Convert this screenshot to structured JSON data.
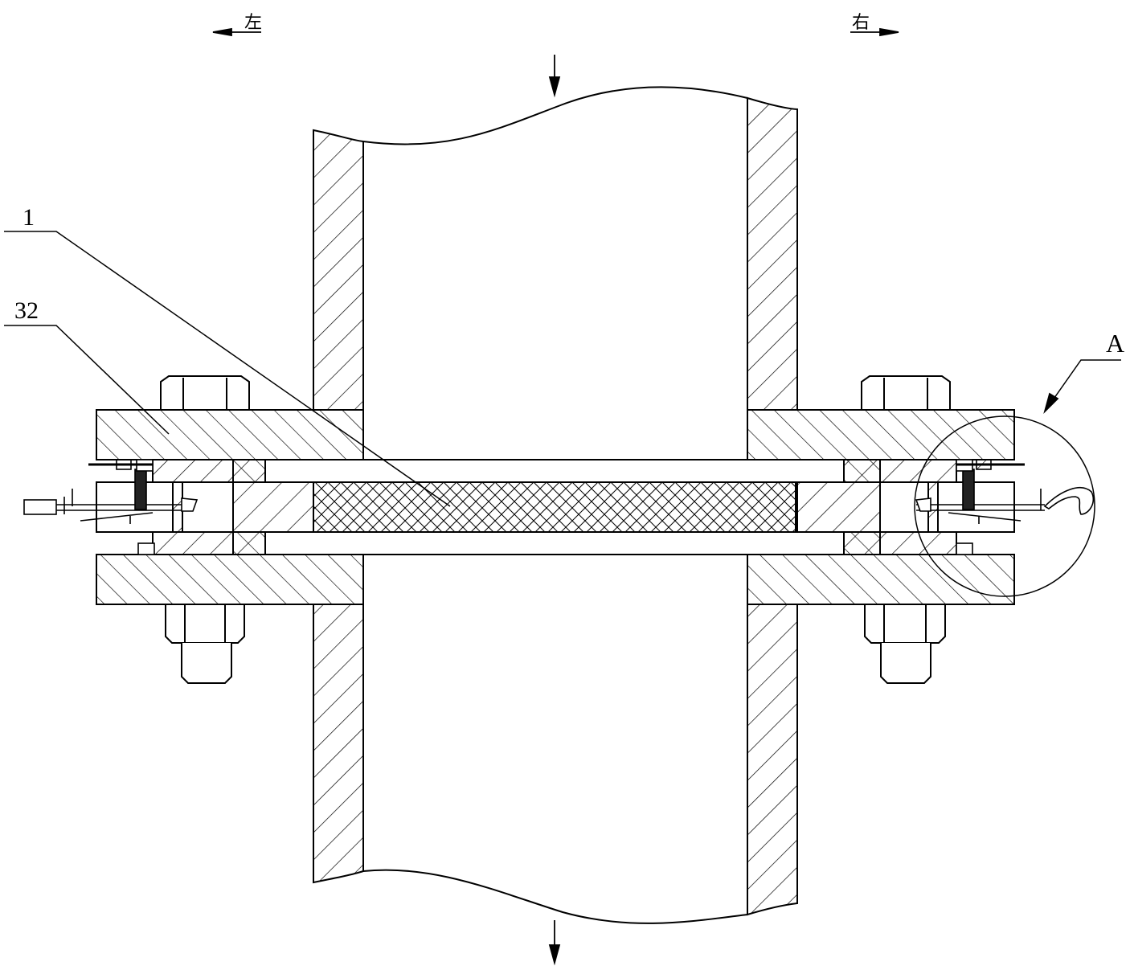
{
  "labels": {
    "left_dir": "左",
    "right_dir": "右",
    "part_1": "1",
    "part_32": "32",
    "detail_a": "A"
  },
  "colors": {
    "line": "#000000",
    "background": "#ffffff"
  }
}
